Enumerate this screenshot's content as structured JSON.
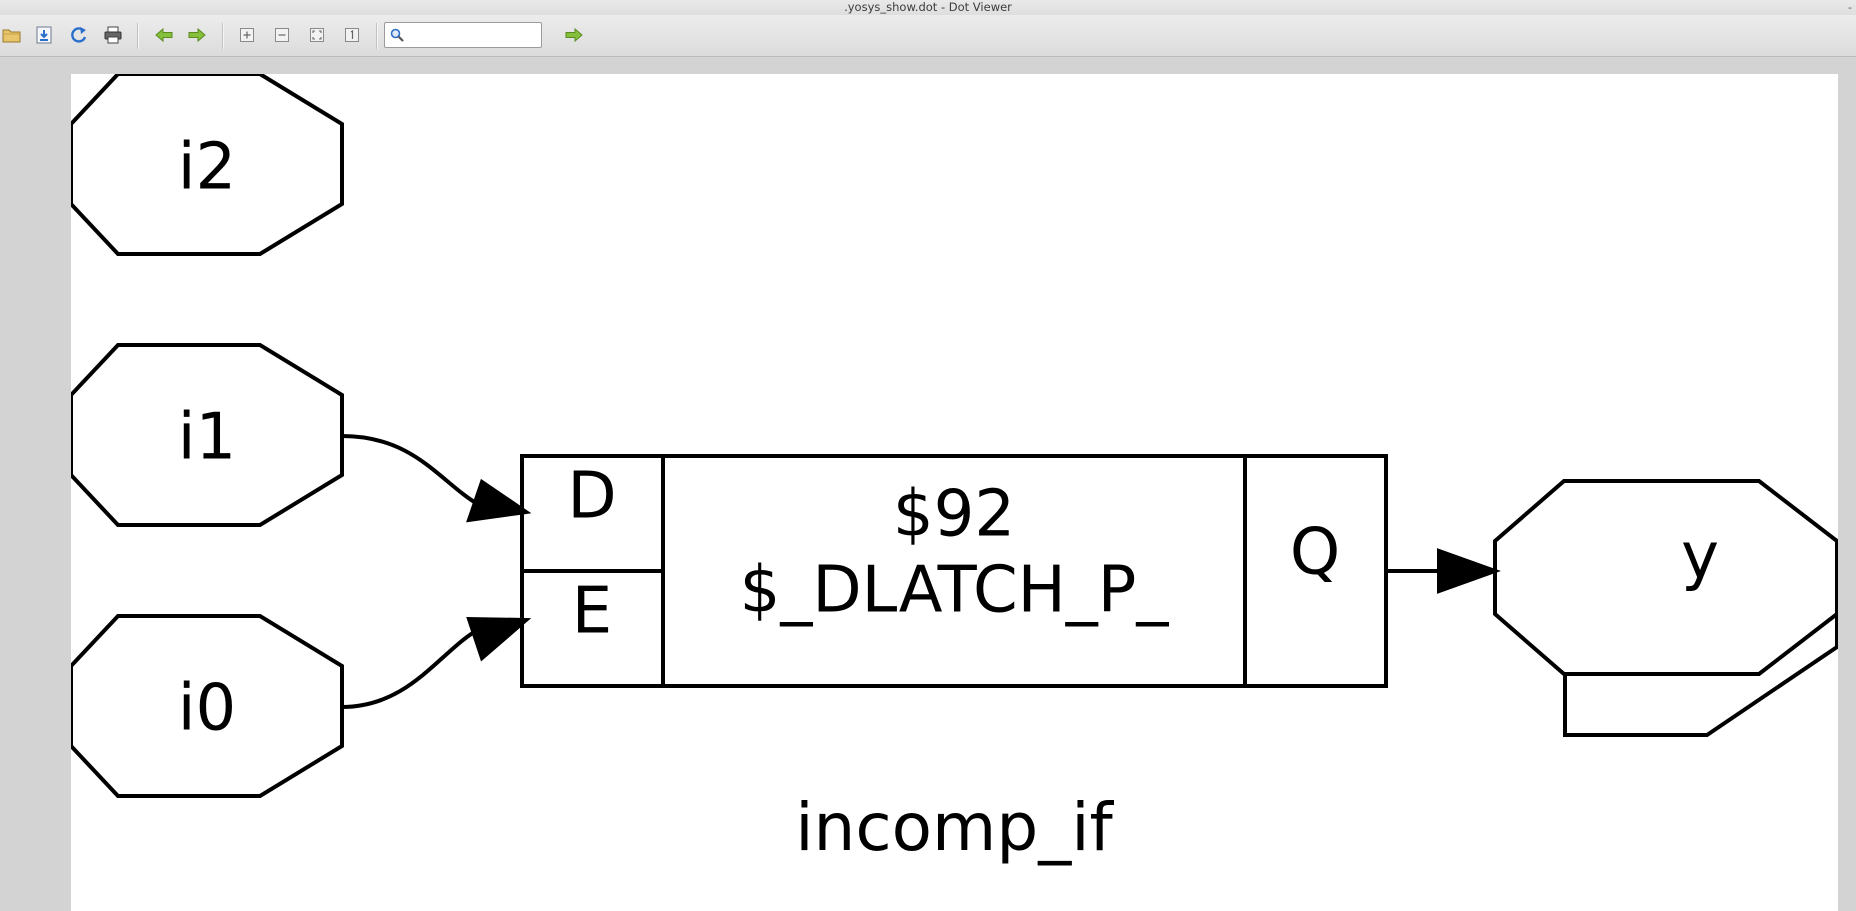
{
  "window": {
    "title": ".yosys_show.dot - Dot Viewer",
    "minimize_glyph": "-"
  },
  "toolbar": {
    "buttons": [
      {
        "name": "open-button",
        "icon": "folder-icon"
      },
      {
        "name": "save-button",
        "icon": "save-icon"
      },
      {
        "name": "reload-button",
        "icon": "reload-icon"
      },
      {
        "name": "print-button",
        "icon": "print-icon"
      },
      {
        "name": "back-button",
        "icon": "arrow-left-icon"
      },
      {
        "name": "forward-button",
        "icon": "arrow-right-icon"
      },
      {
        "name": "zoom-in-button",
        "icon": "zoom-in-icon"
      },
      {
        "name": "zoom-out-button",
        "icon": "zoom-out-icon"
      },
      {
        "name": "zoom-fit-button",
        "icon": "zoom-fit-icon"
      },
      {
        "name": "zoom-100-button",
        "icon": "zoom-100-icon"
      },
      {
        "name": "find-next-button",
        "icon": "go-arrow-icon"
      }
    ],
    "search": {
      "value": "",
      "placeholder": ""
    },
    "colors": {
      "nav_arrow": "#7cb82f",
      "icon_blue": "#2a6fc9"
    }
  },
  "graph": {
    "nodes": {
      "i2": "i2",
      "i1": "i1",
      "i0": "i0",
      "y": "y"
    },
    "cell": {
      "port_d": "D",
      "port_e": "E",
      "port_q": "Q",
      "id": "$92",
      "type": "$_DLATCH_P_"
    },
    "graph_label": "incomp_if",
    "edges": [
      {
        "from": "i1",
        "to": "cell:D"
      },
      {
        "from": "i0",
        "to": "cell:E"
      },
      {
        "from": "cell:Q",
        "to": "y"
      }
    ]
  }
}
